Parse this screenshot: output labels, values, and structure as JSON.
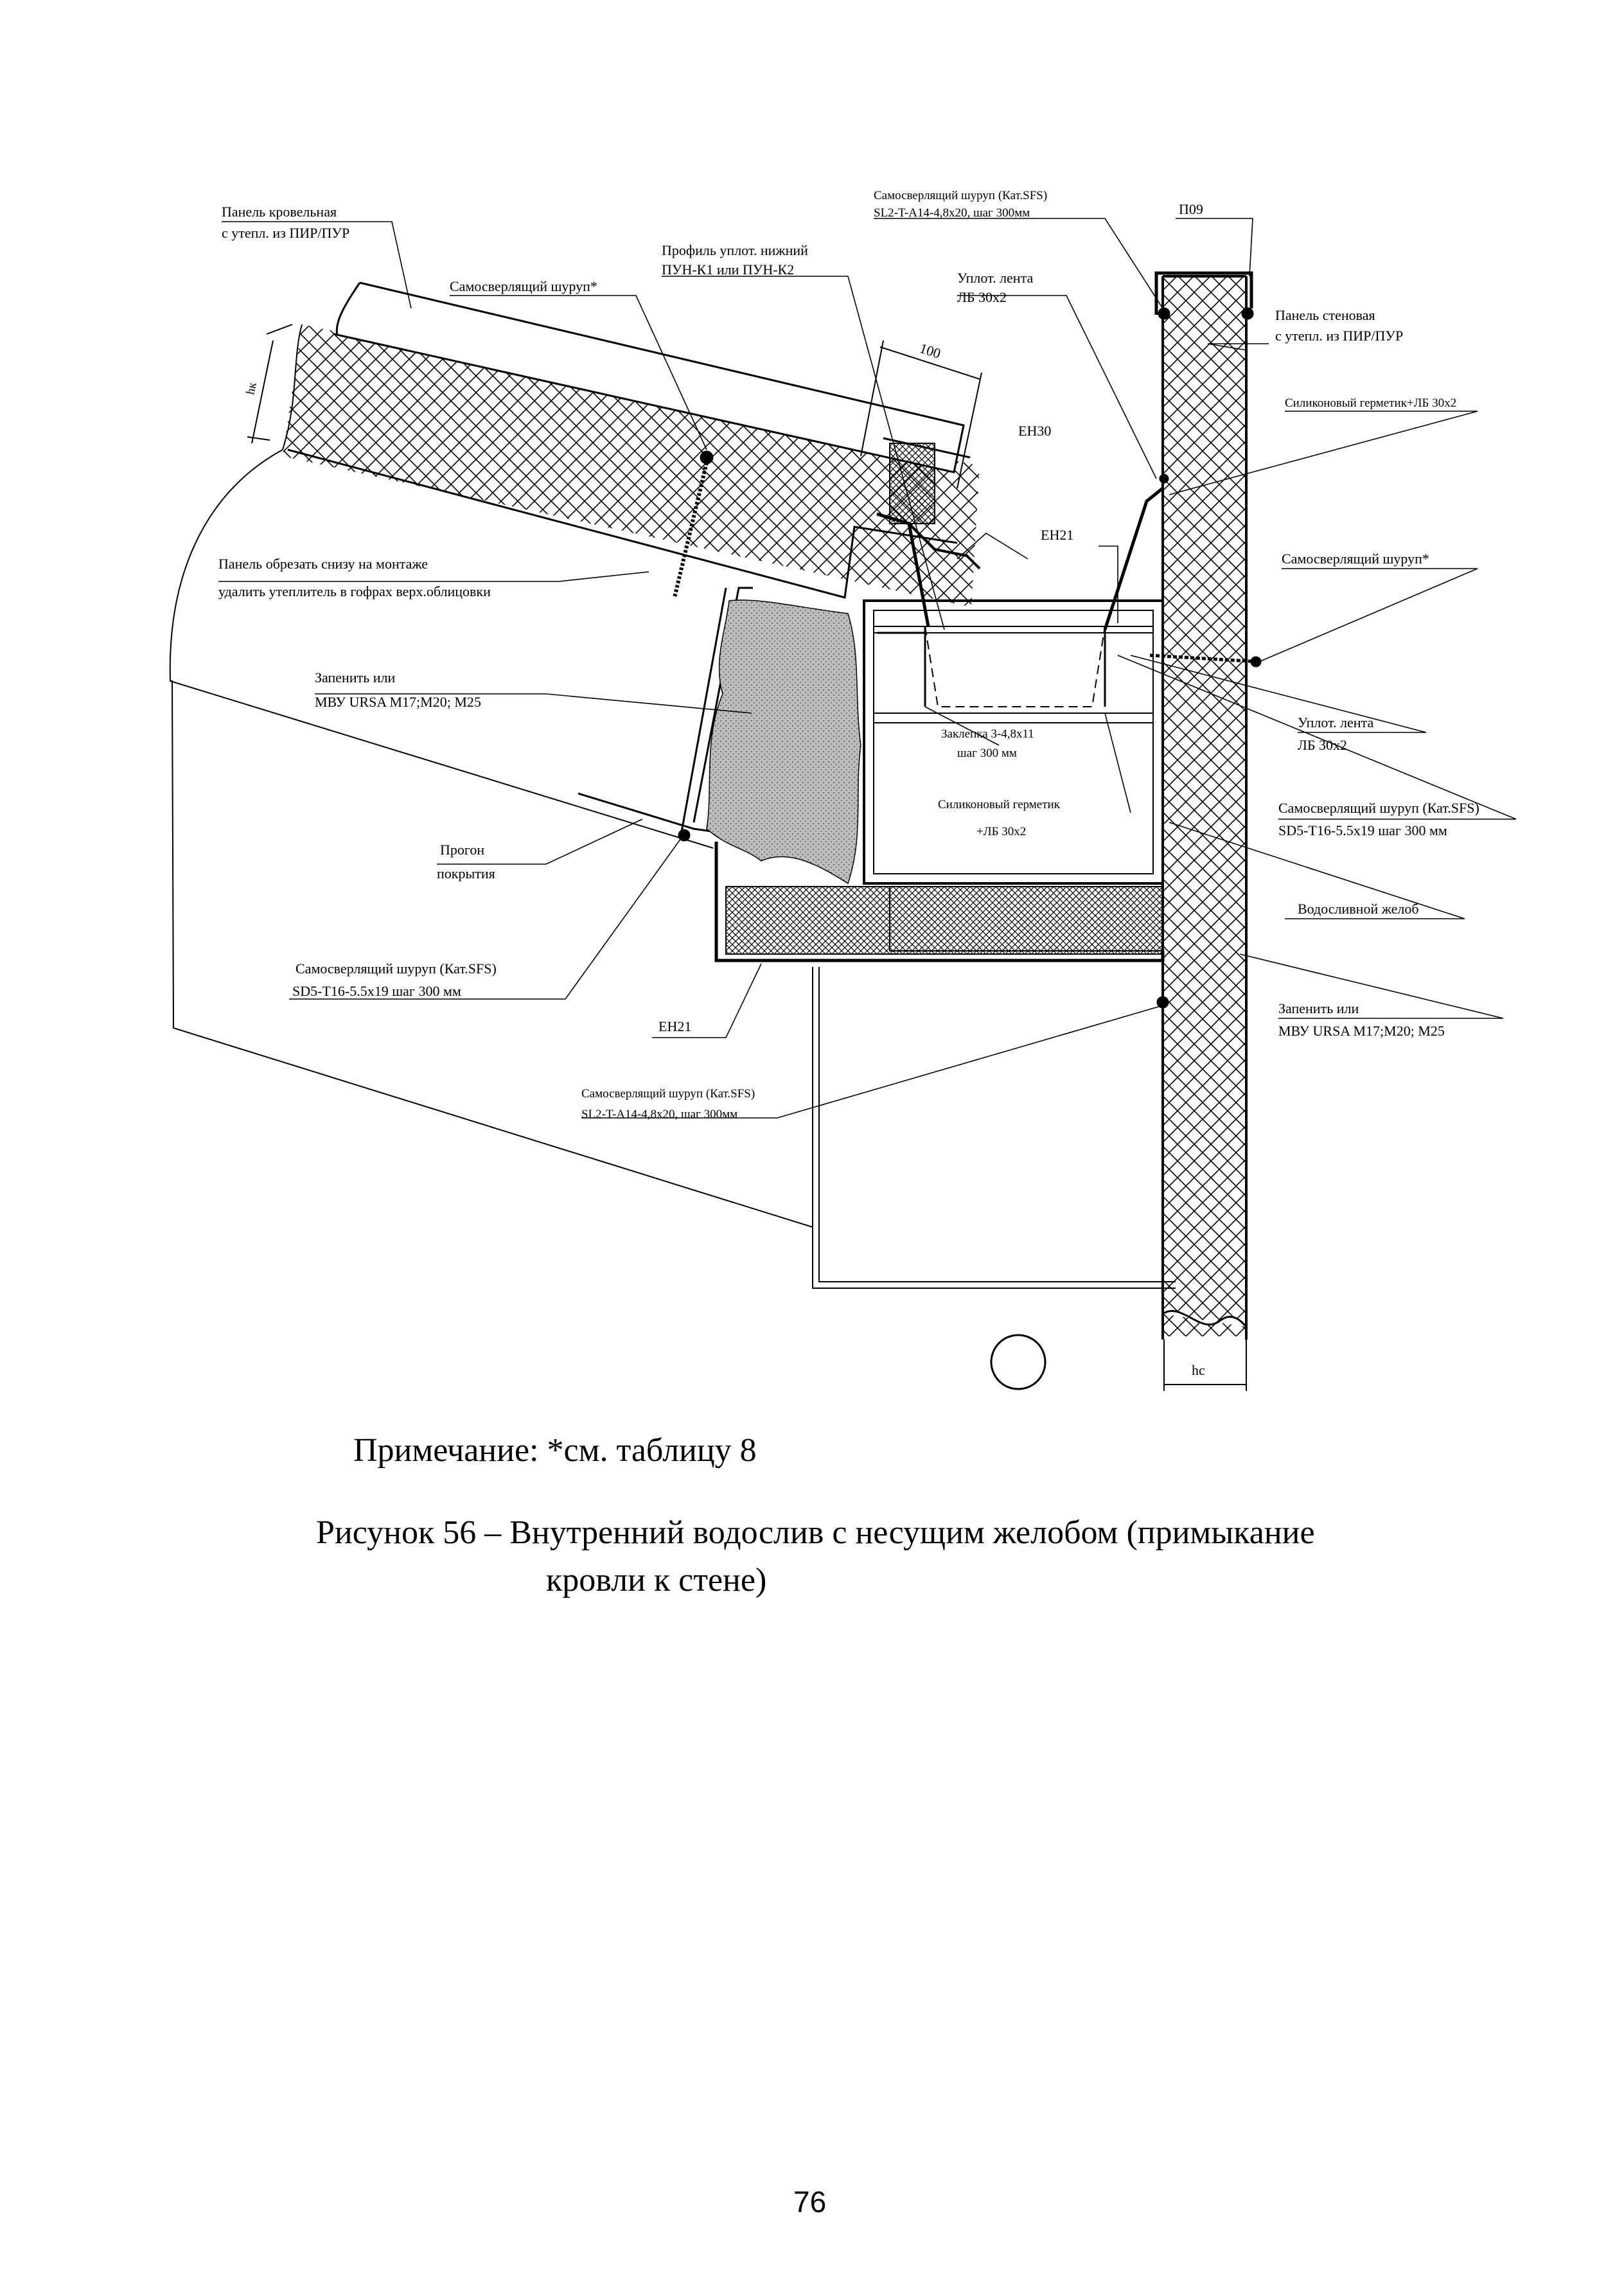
{
  "figure": {
    "labels": {
      "roof_panel_l1": "Панель кровельная",
      "roof_panel_l2": "с утепл. из ПИР/ПУР",
      "screw_star_top": "Самосверлящий шуруп*",
      "profile_l1": "Профиль уплот. нижний",
      "profile_l2": "ПУН-К1 или ПУН-К2",
      "screw_sfs_top_l1": "Самосверлящий шуруп (Кат.SFS)",
      "screw_sfs_top_l2": "SL2-T-A14-4,8х20, шаг 300мм",
      "p09": "П09",
      "seal_tape_top_l1": "Уплот. лента",
      "seal_tape_top_l2": "ЛБ 30х2",
      "wall_panel_l1": "Панель стеновая",
      "wall_panel_l2": "с утепл. из ПИР/ПУР",
      "dim_100": "100",
      "en30": "ЕН30",
      "silicone_right": "Силиконовый герметик+ЛБ 30х2",
      "en21_top": "ЕН21",
      "screw_star_right": "Самосверлящий шуруп*",
      "cut_panel_l1": "Панель обрезать снизу на монтаже",
      "cut_panel_l2": "удалить утеплитель в гофрах верх.облицовки",
      "fill_left_l1": "Запенить или",
      "fill_left_l2": "МВУ URSA M17;M20; M25",
      "rivet_l1": "Заклепка 3-4,8х11",
      "rivet_l2": "шаг 300 мм",
      "seal_tape_mid_l1": "Уплот. лента",
      "seal_tape_mid_l2": "ЛБ 30х2",
      "silicone_mid_l1": "Силиконовый герметик",
      "silicone_mid_l2": "+ЛБ 30х2",
      "screw_sd5_right_l1": "Самосверлящий шуруп (Кат.SFS)",
      "screw_sd5_right_l2": "SD5-T16-5.5х19 шаг 300 мм",
      "purlin_l1": "Прогон",
      "purlin_l2": "покрытия",
      "gutter": "Водосливной желоб",
      "screw_sd5_left_l1": "Самосверлящий шуруп (Кат.SFS)",
      "screw_sd5_left_l2": "SD5-T16-5.5х19 шаг 300 мм",
      "fill_right_l1": "Запенить или",
      "fill_right_l2": "МВУ URSA M17;M20; M25",
      "en21_bottom": "ЕН21",
      "screw_sfs_bottom_l1": "Самосверлящий шуруп (Кат.SFS)",
      "screw_sfs_bottom_l2": "SL2-T-A14-4,8х20, шаг 300мм",
      "hk": "hк",
      "hc": "hc"
    }
  },
  "note": "Примечание: *см. таблицу 8",
  "caption": {
    "line1": "Рисунок 56 – Внутренний водослив с несущим желобом (примыкание",
    "line2": "кровли к стене)"
  },
  "page_number": "76"
}
